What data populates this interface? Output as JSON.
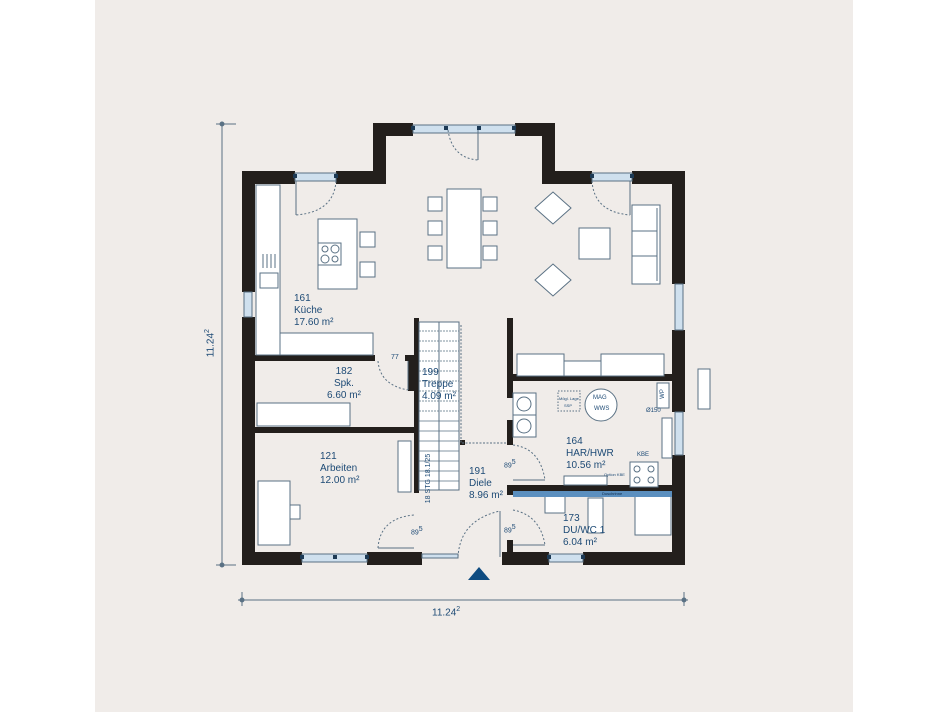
{
  "floor_plan": {
    "colors": {
      "background": "#ffffff",
      "panel": "#f0ece9",
      "wall": "#231f1c",
      "line": "#5a7184",
      "text": "#1d4a75",
      "window": "#cfe0ee",
      "shower_bar": "#5b8fbf",
      "entrance_marker": "#0f4c81"
    },
    "dimensions": {
      "width": {
        "value": "11.24",
        "superscript": "2"
      },
      "height": {
        "value": "11.24",
        "superscript": "2"
      }
    },
    "rooms": [
      {
        "number": "161",
        "name": "Küche",
        "area": "17.60 m²"
      },
      {
        "number": "182",
        "name": "Spk.",
        "area": "6.60 m²"
      },
      {
        "number": "199",
        "name": "Treppe",
        "area": "4.09 m²"
      },
      {
        "number": "121",
        "name": "Arbeiten",
        "area": "12.00 m²"
      },
      {
        "number": "191",
        "name": "Diele",
        "area": "8.96 m²"
      },
      {
        "number": "164",
        "name": "HAR/HWR",
        "area": "10.56 m²"
      },
      {
        "number": "173",
        "name": "DU/WC 1",
        "area": "6.04 m²"
      }
    ],
    "door_widths": [
      {
        "id": "spk",
        "value": "77",
        "superscript": ""
      },
      {
        "id": "arbeiten",
        "value": "89",
        "superscript": "5"
      },
      {
        "id": "har",
        "value": "89",
        "superscript": "5"
      },
      {
        "id": "duwc",
        "value": "89",
        "superscript": "5"
      }
    ],
    "stair_label": "18 STG 18.1/25",
    "equipment_labels": {
      "mag": "MAG",
      "wws": "WWS",
      "moegl_lage_1": "Mögl. Lage",
      "moegl_lage_2": "SSP",
      "wp": "WP",
      "pipe": "Ø150",
      "kbe": "KBE",
      "kbe_note": "Option KBE",
      "shower_bar": "Duschrinne"
    }
  }
}
